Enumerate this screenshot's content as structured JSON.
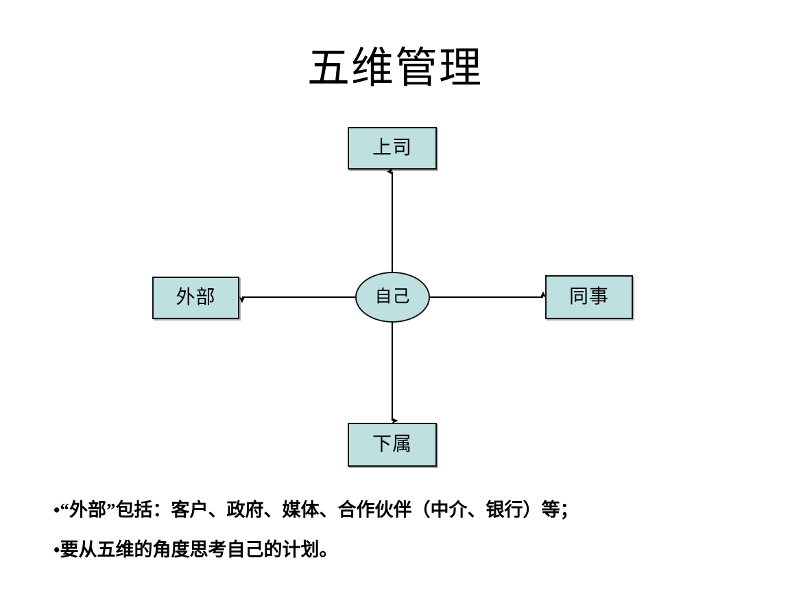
{
  "slide": {
    "title": "五维管理",
    "background_color": "#ffffff"
  },
  "theme": {
    "node_fill": "#bfe0e1",
    "node_border": "#111111",
    "connector_color": "#000000",
    "text_color": "#000000"
  },
  "diagram": {
    "type": "radial-hub-and-spoke",
    "center": {
      "id": "self",
      "label": "自己",
      "shape": "ellipse"
    },
    "nodes": [
      {
        "id": "boss",
        "label": "上司",
        "shape": "rectangle",
        "position": "top",
        "arrow": "center-to-node"
      },
      {
        "id": "peer",
        "label": "同事",
        "shape": "rectangle",
        "position": "right",
        "arrow": "center-to-node"
      },
      {
        "id": "sub",
        "label": "下属",
        "shape": "rectangle",
        "position": "bottom",
        "arrow": "center-to-node"
      },
      {
        "id": "external",
        "label": "外部",
        "shape": "rectangle",
        "position": "left",
        "arrow": "center-to-node"
      }
    ]
  },
  "bullets": [
    "•“外部”包括：客户、政府、媒体、合作伙伴（中介、银行）等；",
    "•要从五维的角度思考自己的计划。"
  ]
}
